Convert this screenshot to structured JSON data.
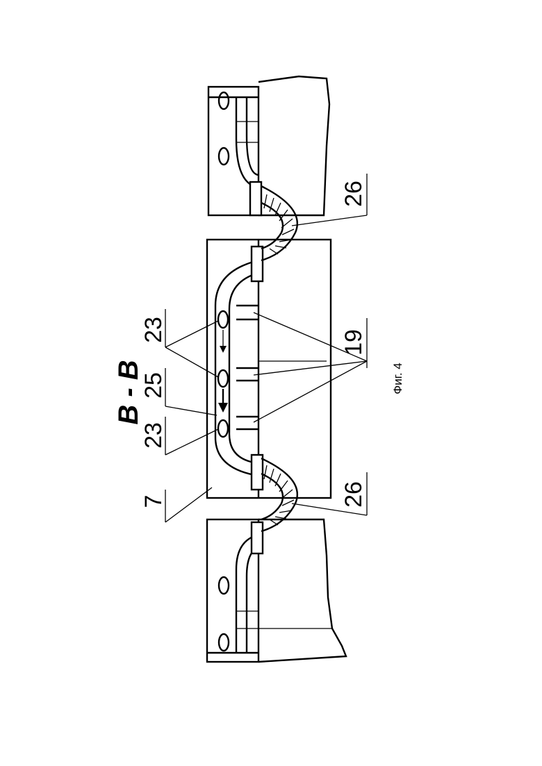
{
  "title": "B - B",
  "labels": {
    "part_7": "7",
    "part_23_a": "23",
    "part_25": "25",
    "part_23_b": "23",
    "part_19": "19",
    "part_26_a": "26",
    "part_26_b": "26"
  },
  "caption": "Фиг. 4"
}
